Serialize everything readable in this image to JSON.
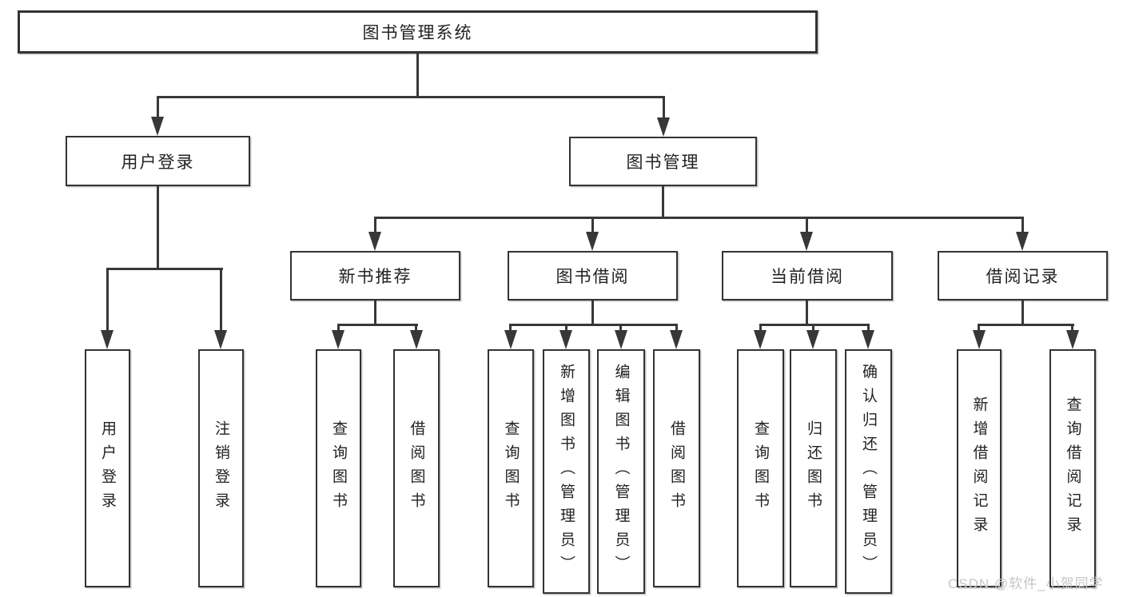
{
  "diagram": {
    "type": "hierarchy-tree",
    "root": {
      "label": "图书管理系统"
    },
    "branches": [
      {
        "label": "用户登录",
        "children": [
          {
            "label": "用户登录"
          },
          {
            "label": "注销登录"
          }
        ]
      },
      {
        "label": "图书管理",
        "children": [
          {
            "label": "新书推荐",
            "children": [
              {
                "label": "查询图书"
              },
              {
                "label": "借阅图书"
              }
            ]
          },
          {
            "label": "图书借阅",
            "children": [
              {
                "label": "查询图书"
              },
              {
                "label": "新增图书（管理员）"
              },
              {
                "label": "编辑图书（管理员）"
              },
              {
                "label": "借阅图书"
              }
            ]
          },
          {
            "label": "当前借阅",
            "children": [
              {
                "label": "查询图书"
              },
              {
                "label": "归还图书"
              },
              {
                "label": "确认归还（管理员）"
              }
            ]
          },
          {
            "label": "借阅记录",
            "children": [
              {
                "label": "新增借阅记录"
              },
              {
                "label": "查询借阅记录"
              }
            ]
          }
        ]
      }
    ]
  },
  "watermark": {
    "text": "CSDN @软件_小贺同学"
  },
  "colors": {
    "line": "#383838",
    "border": "#333333",
    "text": "#222222",
    "watermark": "#c6c6c6",
    "background": "#ffffff"
  }
}
